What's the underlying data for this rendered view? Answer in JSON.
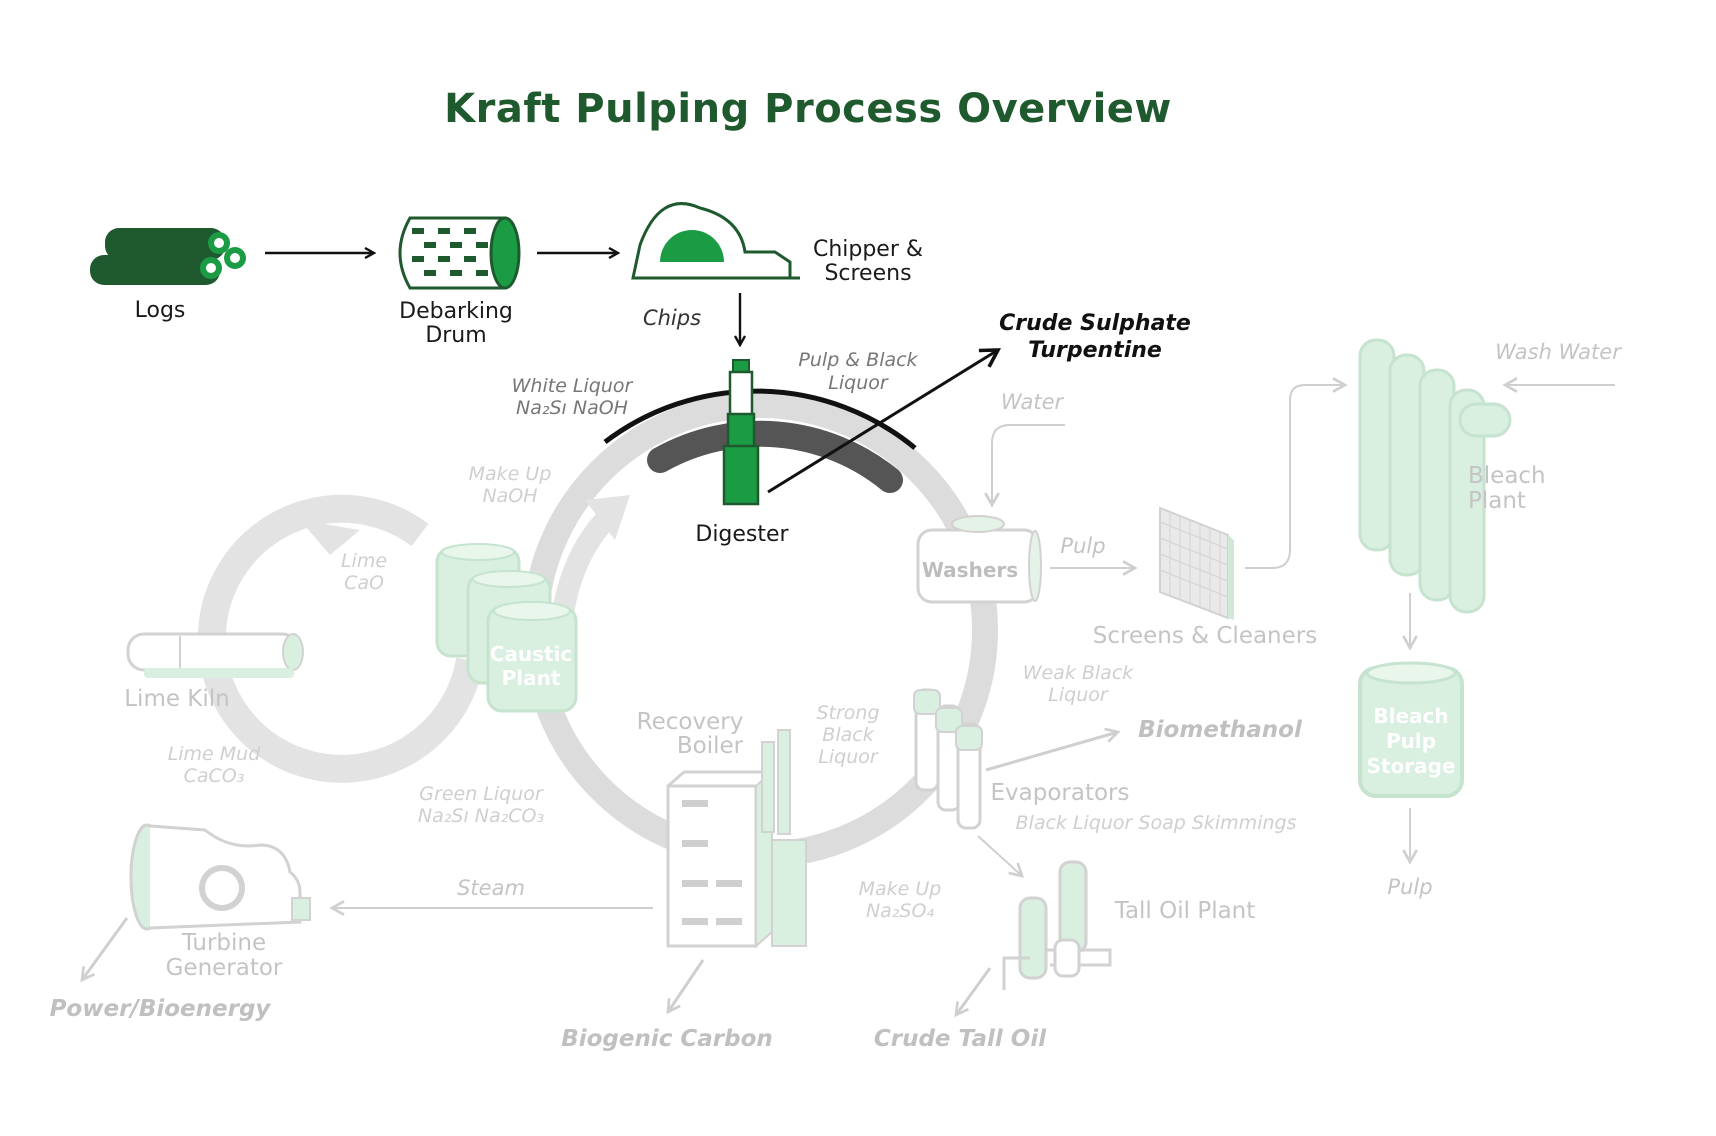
{
  "title": "Kraft Pulping Process Overview",
  "colors": {
    "brand_dark_green": "#1e5a2e",
    "green": "#1c9b45",
    "light_green": "#d6eedd",
    "faded_gray": "#cfcfcf",
    "dark_gray": "#555555"
  },
  "stages": {
    "logs": "Logs",
    "debarking": [
      "Debarking",
      "Drum"
    ],
    "chipper": [
      "Chipper &",
      "Screens"
    ],
    "chips": "Chips",
    "digester": "Digester",
    "crude_sulphate_turpentine": [
      "Crude Sulphate",
      "Turpentine"
    ],
    "white_liquor": [
      "White Liquor",
      "Na₂Sı NaOH"
    ],
    "pulp_black_liquor": [
      "Pulp & Black",
      "Liquor"
    ],
    "water": "Water",
    "wash_water": "Wash Water",
    "make_up_naoh": [
      "Make Up",
      "NaOH"
    ],
    "washers": "Washers",
    "pulp_from_washers": "Pulp",
    "screens_cleaners": "Screens & Cleaners",
    "bleach_plant": [
      "Bleach",
      "Plant"
    ],
    "bleach_pulp_storage": [
      "Bleach",
      "Pulp",
      "Storage"
    ],
    "pulp_out": "Pulp",
    "lime_cao": [
      "Lime",
      "CaO"
    ],
    "caustic_plant": [
      "Caustic",
      "Plant"
    ],
    "lime_kiln": "Lime Kiln",
    "lime_mud": [
      "Lime Mud",
      "CaCO₃"
    ],
    "green_liquor": [
      "Green Liquor",
      "Na₂Sı Na₂CO₃"
    ],
    "recovery_boiler": [
      "Recovery",
      "Boiler"
    ],
    "strong_black_liquor": [
      "Strong",
      "Black",
      "Liquor"
    ],
    "weak_black_liquor": [
      "Weak Black",
      "Liquor"
    ],
    "biomethanol": "Biomethanol",
    "evaporators": "Evaporators",
    "soap_skimmings": "Black Liquor Soap Skimmings",
    "steam": "Steam",
    "turbine_generator": [
      "Turbine",
      "Generator"
    ],
    "power_bioenergy": "Power/Bioenergy",
    "make_up_na2so4": [
      "Make Up",
      "Na₂SO₄"
    ],
    "tall_oil_plant": "Tall Oil Plant",
    "biogenic_carbon": "Biogenic Carbon",
    "crude_tall_oil": "Crude Tall Oil"
  },
  "icons": [
    "logs-icon",
    "debarking-drum-icon",
    "chipper-icon",
    "digester-icon",
    "washer-icon",
    "screen-icon",
    "bleach-plant-icon",
    "storage-tank-icon",
    "caustic-plant-icon",
    "lime-kiln-icon",
    "recovery-boiler-icon",
    "evaporators-icon",
    "turbine-icon",
    "tall-oil-plant-icon"
  ]
}
